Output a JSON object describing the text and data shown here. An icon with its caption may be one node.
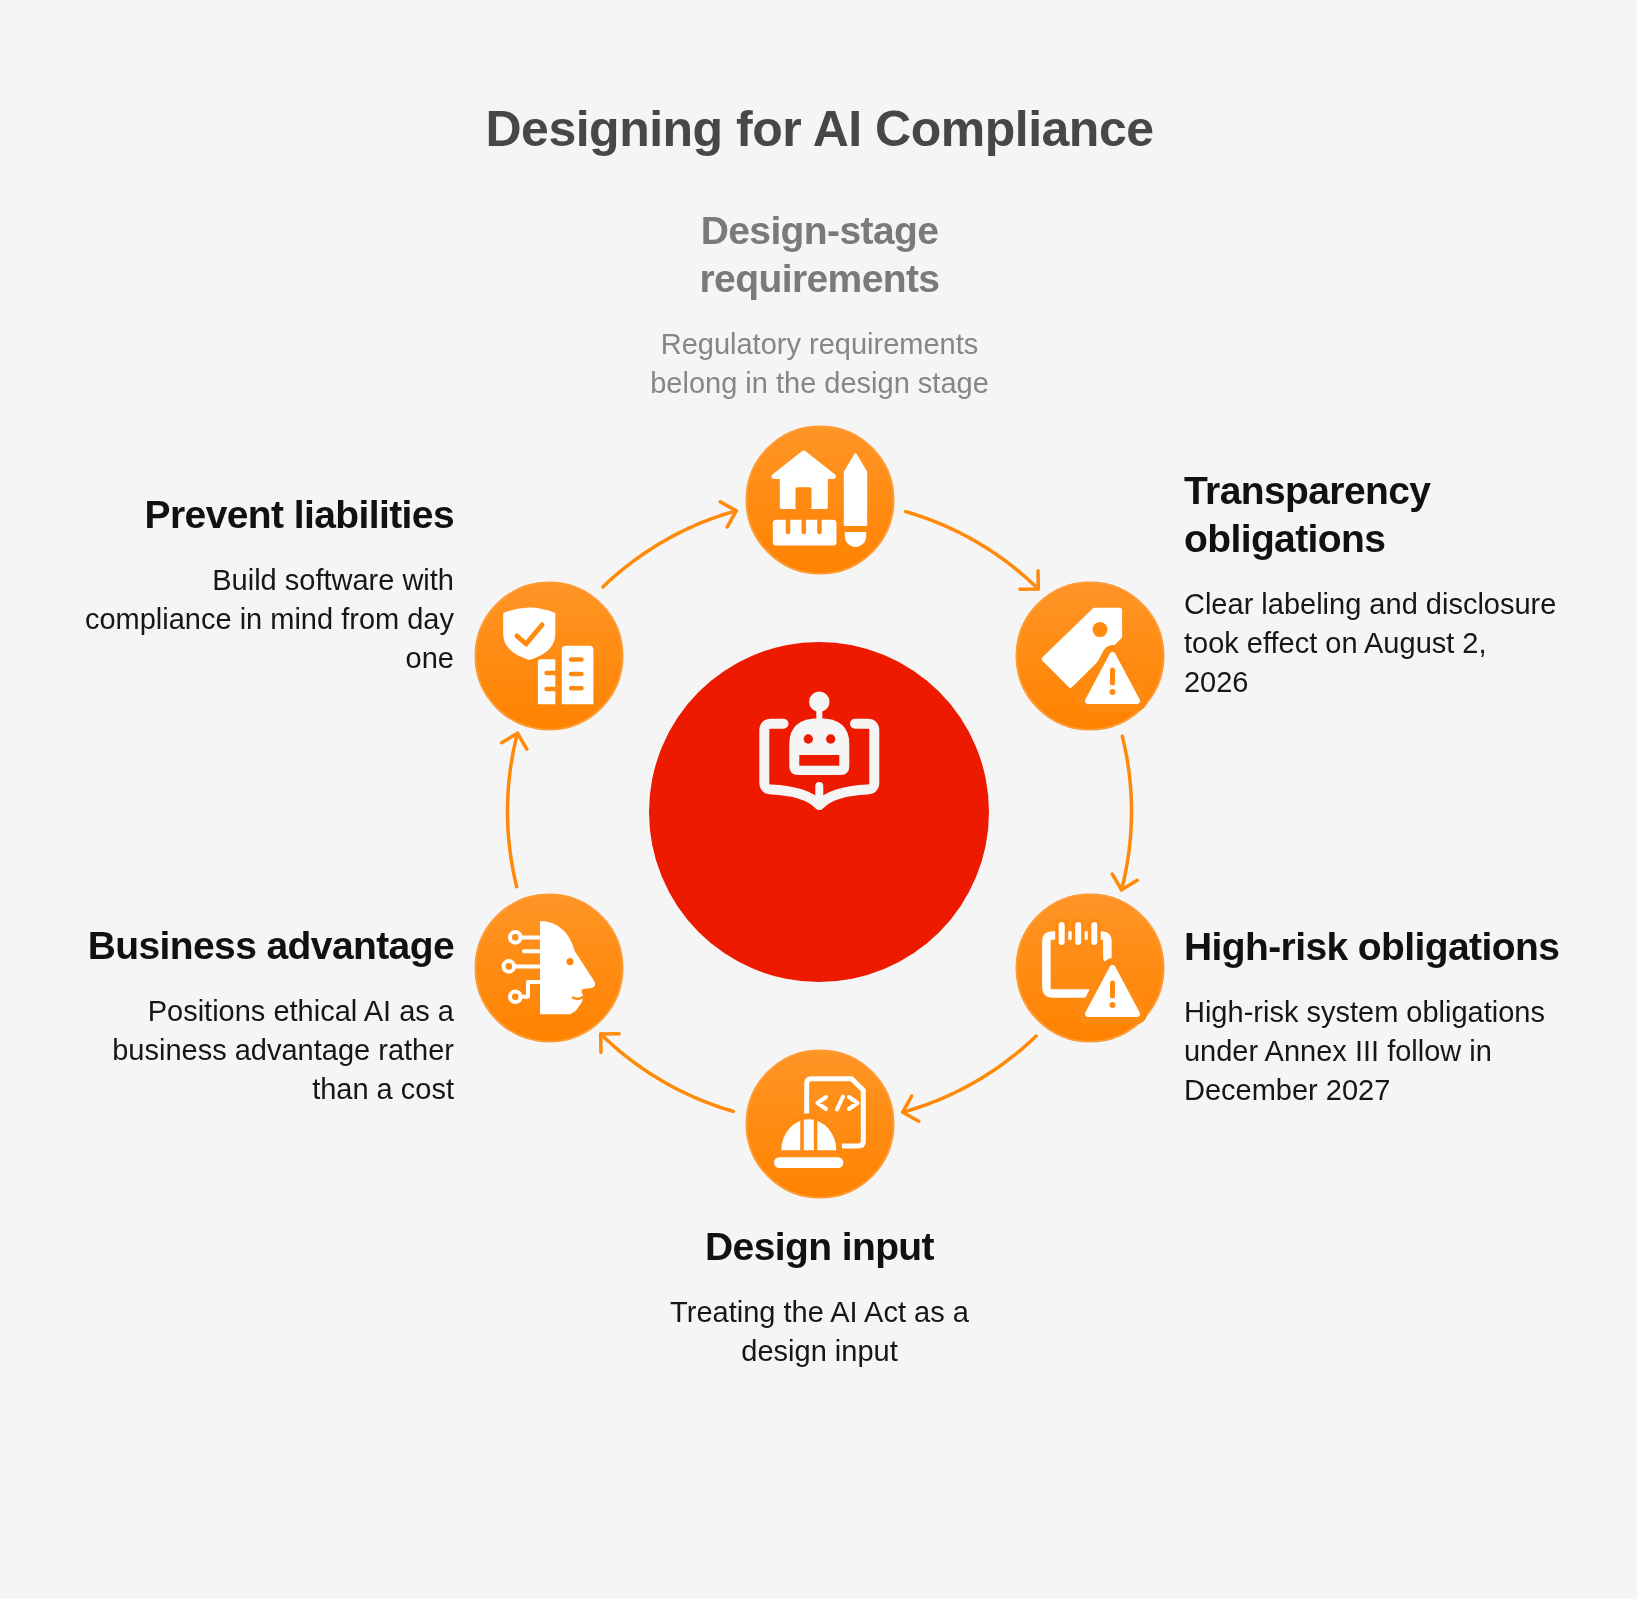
{
  "diagram": {
    "title": "Designing for AI Compliance",
    "nodes": [
      {
        "text": [
          "Design-stage requirements",
          "Regulatory requirements belong in the design stage"
        ]
      },
      {
        "text": [
          "Transparency obligations",
          "Clear labeling and disclosure took effect on August 2, 2026"
        ]
      },
      {
        "text": [
          "High-risk obligations",
          "High-risk system obligations under Annex III follow in December 2027"
        ]
      },
      {
        "text": [
          "Design input",
          "Treating the AI Act as a design input"
        ]
      },
      {
        "text": [
          "Business advantage",
          "Positions ethical AI as a business advantage rather than a cost"
        ]
      },
      {
        "text": [
          "Prevent liabilities",
          "Build software with compliance in mind from day one"
        ]
      },
      {
        "text": [],
        "shape": "circle"
      }
    ],
    "edges": [
      {
        "from": 0,
        "to": 1,
        "arrow": "to"
      },
      {
        "from": 1,
        "to": 2,
        "arrow": "to"
      },
      {
        "from": 2,
        "to": 3,
        "arrow": "to"
      },
      {
        "from": 3,
        "to": 4,
        "arrow": "to"
      },
      {
        "from": 4,
        "to": 5,
        "arrow": "to"
      },
      {
        "from": 5,
        "to": 0,
        "arrow": "to"
      }
    ]
  }
}
